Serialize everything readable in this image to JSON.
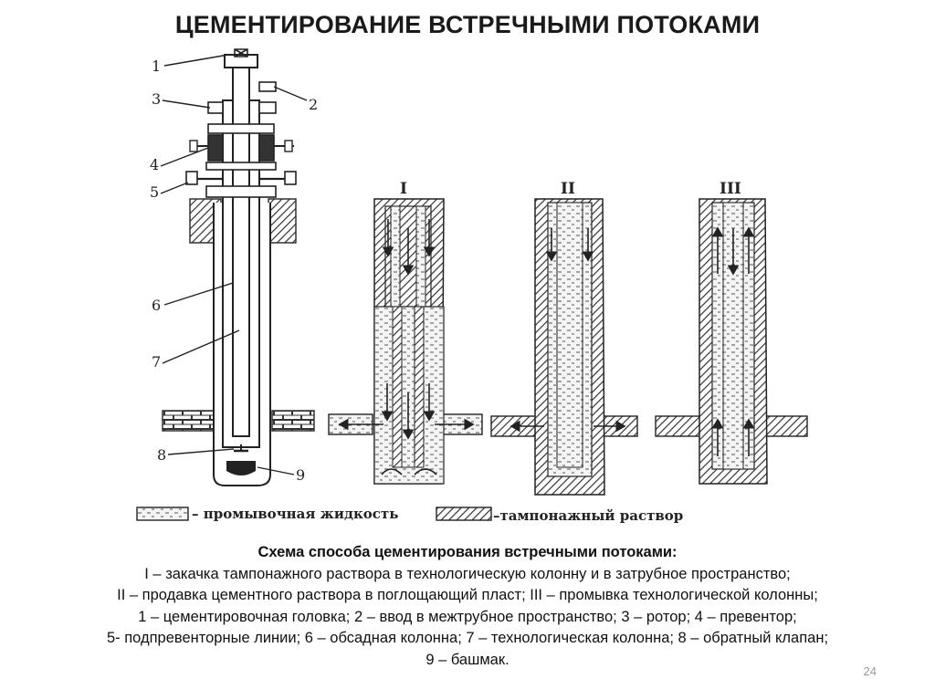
{
  "slide": {
    "title": "ЦЕМЕНТИРОВАНИЕ ВСТРЕЧНЫМИ ПОТОКАМИ",
    "page_number": "24"
  },
  "diagram": {
    "part_labels": [
      "1",
      "2",
      "3",
      "4",
      "5",
      "6",
      "7",
      "8",
      "9"
    ],
    "scheme_labels": [
      "I",
      "II",
      "III"
    ],
    "legend": {
      "flushing_fluid": "– промывочная жидкость",
      "plugging_slurry": "–тампонажный раствор"
    }
  },
  "caption": {
    "title": "Схема способа цементирования встречными потоками:",
    "lines": [
      "I – закачка тампонажного раствора в технологическую колонну и в затрубное пространство;",
      "II – продавка цементного раствора в поглощающий пласт; III – промывка технологической колонны;",
      "1 – цементировочная головка; 2 – ввод в межтрубное пространство; 3 – ротор; 4 – превентор;",
      "5- подпревенторные линии; 6 – обсадная колонна; 7 – технологическая колонна; 8 – обратный клапан;",
      "9 – башмак."
    ]
  }
}
